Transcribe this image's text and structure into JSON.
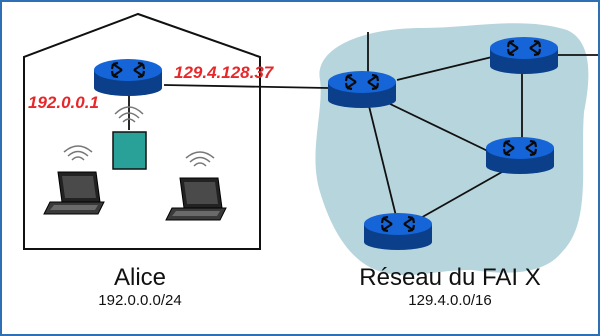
{
  "home": {
    "name": "Alice",
    "subnet": "192.0.0.0/24",
    "router_lan_ip": "192.0.0.1",
    "router_wan_ip": "129.4.128.37"
  },
  "isp": {
    "name": "Réseau du FAI X",
    "subnet": "129.4.0.0/16"
  },
  "colors": {
    "router": "#1565d8",
    "router_dark": "#0b3f8a",
    "isp_cloud": "#b7d5dc",
    "access_point": "#2aa198",
    "ip_label": "#e8272a",
    "frame_border": "#2f6fb3"
  },
  "icons": [
    "router-icon",
    "access-point-icon",
    "laptop-icon"
  ]
}
